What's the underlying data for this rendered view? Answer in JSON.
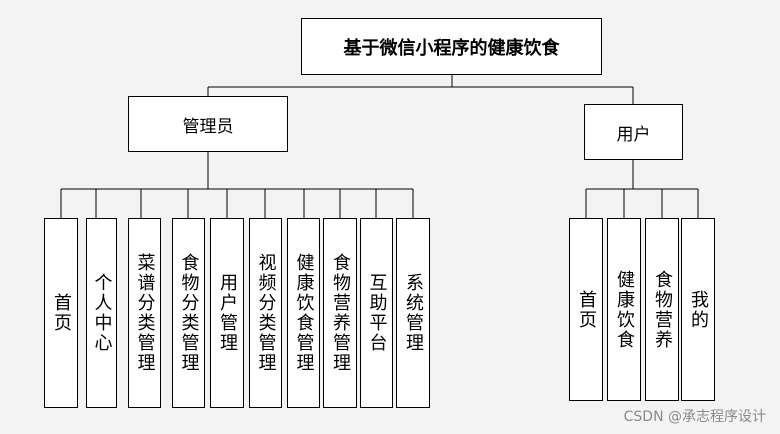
{
  "root": {
    "label": "基于微信小程序的健康饮食"
  },
  "admin": {
    "label": "管理员",
    "children": [
      "首页",
      "个人中心",
      "菜谱分类管理",
      "食物分类管理",
      "用户管理",
      "视频分类管理",
      "健康饮食管理",
      "食物营养管理",
      "互助平台",
      "系统管理"
    ]
  },
  "user": {
    "label": "用户",
    "children": [
      "首页",
      "健康饮食",
      "食物营养",
      "我的"
    ]
  },
  "watermark": "CSDN @承志程序设计"
}
